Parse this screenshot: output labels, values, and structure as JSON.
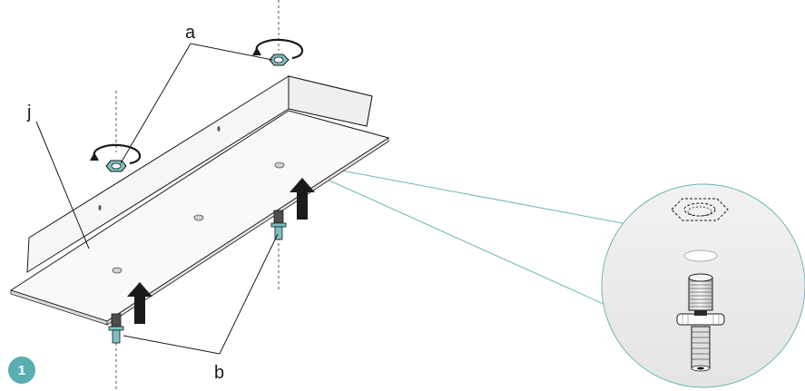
{
  "labels": {
    "a": "a",
    "j": "j",
    "b": "b"
  },
  "step": {
    "number": "1",
    "color": "#5aaeb1"
  },
  "icons": {
    "rotate": "rotate-arrow-icon",
    "push": "push-up-arrow-icon"
  }
}
